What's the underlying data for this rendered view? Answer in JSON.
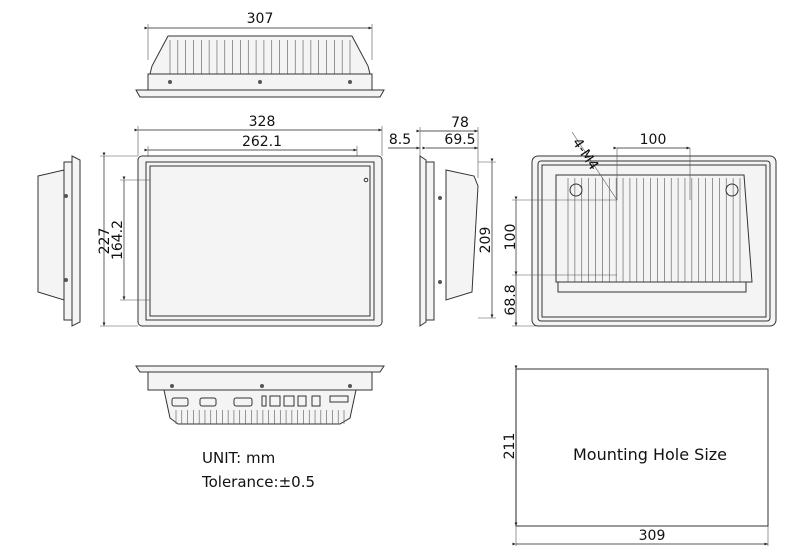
{
  "dimensions": {
    "top_width": "307",
    "front_width": "328",
    "screen_width": "262.1",
    "front_height": "227",
    "screen_height": "164.2",
    "bezel_depth": "8.5",
    "total_depth": "78",
    "body_depth": "69.5",
    "side_height": "209",
    "vesa_horizontal": "100",
    "vesa_vertical": "100",
    "vesa_bottom_offset": "68.8",
    "screw_label": "4-M4",
    "cutout_height": "211",
    "cutout_width": "309"
  },
  "notes": {
    "unit": "UNIT: mm",
    "tolerance": "Tolerance:±0.5",
    "cutout_label": "Mounting Hole Size"
  }
}
